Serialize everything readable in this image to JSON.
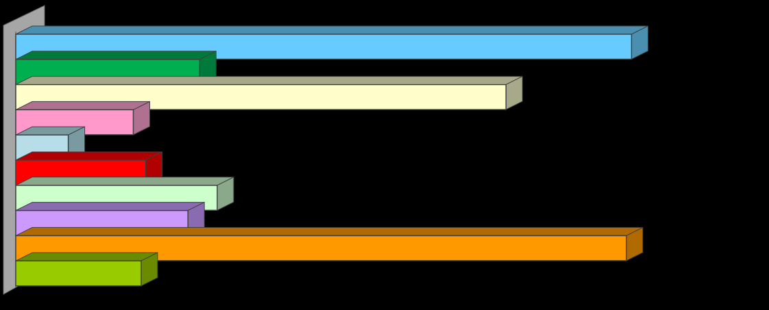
{
  "chart_data": {
    "type": "bar",
    "orientation": "horizontal",
    "three_d": true,
    "title": "",
    "xlabel": "",
    "ylabel": "",
    "grid": false,
    "legend": "none",
    "xlim": [
      0,
      1
    ],
    "series": [
      {
        "values": [
          0.972,
          0.308,
          0.779,
          0.206,
          0.106,
          0.225,
          0.335,
          0.29,
          0.964,
          0.218
        ],
        "colors": [
          "#66CCFF",
          "#00B050",
          "#FFFFCC",
          "#FF99CC",
          "#B7DEE8",
          "#FF0000",
          "#CCFFCC",
          "#CC99FF",
          "#FF9900",
          "#99CC00"
        ],
        "side_colors": [
          "#4A8FB0",
          "#007A3A",
          "#A8A88A",
          "#B07090",
          "#7A9AA2",
          "#B00000",
          "#8AA88A",
          "#8A6AB0",
          "#B06A00",
          "#6A8A00"
        ]
      }
    ],
    "wall_color": "#A6A6A6",
    "background": "#000000"
  }
}
